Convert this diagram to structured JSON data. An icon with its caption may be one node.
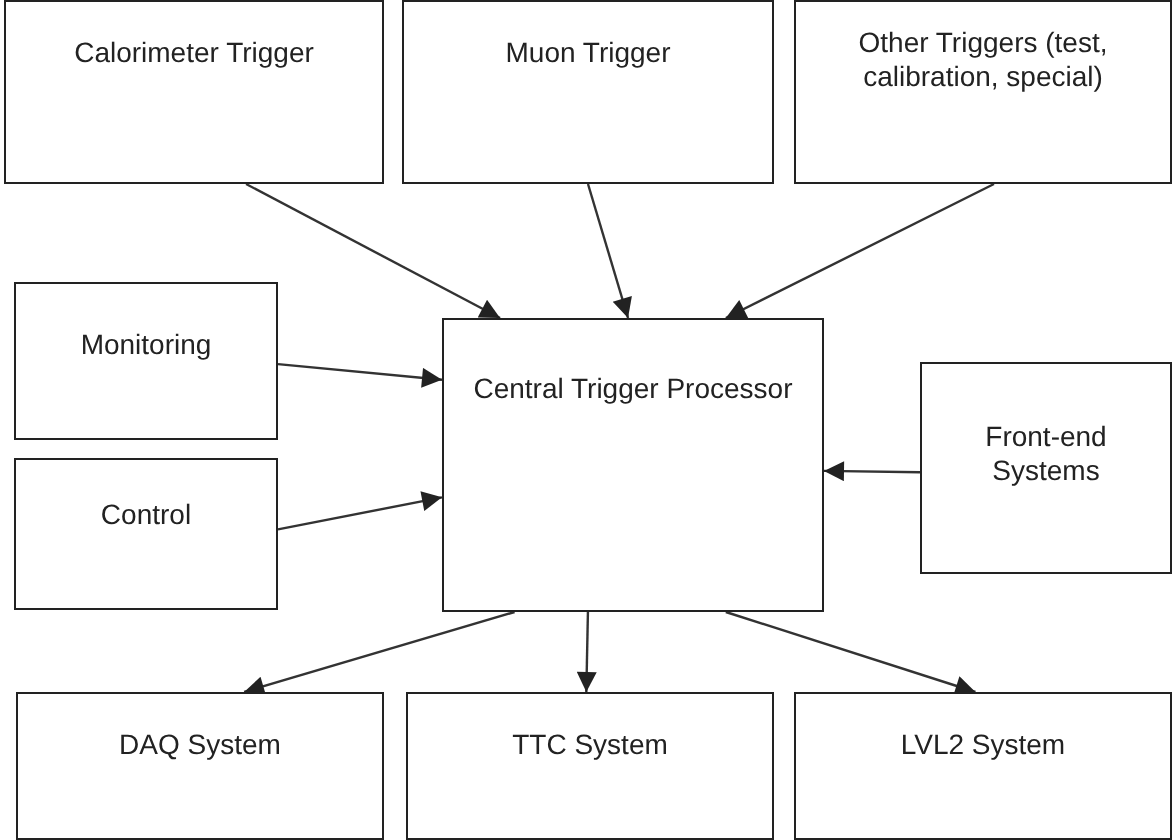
{
  "diagram": {
    "nodes": [
      {
        "text": [
          "Calorimeter Trigger"
        ]
      },
      {
        "text": [
          "Muon Trigger"
        ]
      },
      {
        "text": [
          "Other Triggers (test, calibration, special)"
        ]
      },
      {
        "text": [
          "Monitoring"
        ]
      },
      {
        "text": [
          "Control"
        ]
      },
      {
        "text": [
          "Central Trigger Processor"
        ]
      },
      {
        "text": [
          "Front-end Systems"
        ]
      },
      {
        "text": [
          "DAQ System"
        ]
      },
      {
        "text": [
          "TTC System"
        ]
      },
      {
        "text": [
          "LVL2 System"
        ]
      }
    ],
    "edges": [
      {
        "from": 0,
        "to": 5,
        "arrow": "to"
      },
      {
        "from": 1,
        "to": 5,
        "arrow": "to"
      },
      {
        "from": 2,
        "to": 5,
        "arrow": "to"
      },
      {
        "from": 3,
        "to": 5,
        "arrow": "to"
      },
      {
        "from": 4,
        "to": 5,
        "arrow": "to"
      },
      {
        "from": 6,
        "to": 5,
        "arrow": "to"
      },
      {
        "from": 5,
        "to": 7,
        "arrow": "to"
      },
      {
        "from": 5,
        "to": 8,
        "arrow": "to"
      },
      {
        "from": 5,
        "to": 9,
        "arrow": "to"
      }
    ]
  }
}
